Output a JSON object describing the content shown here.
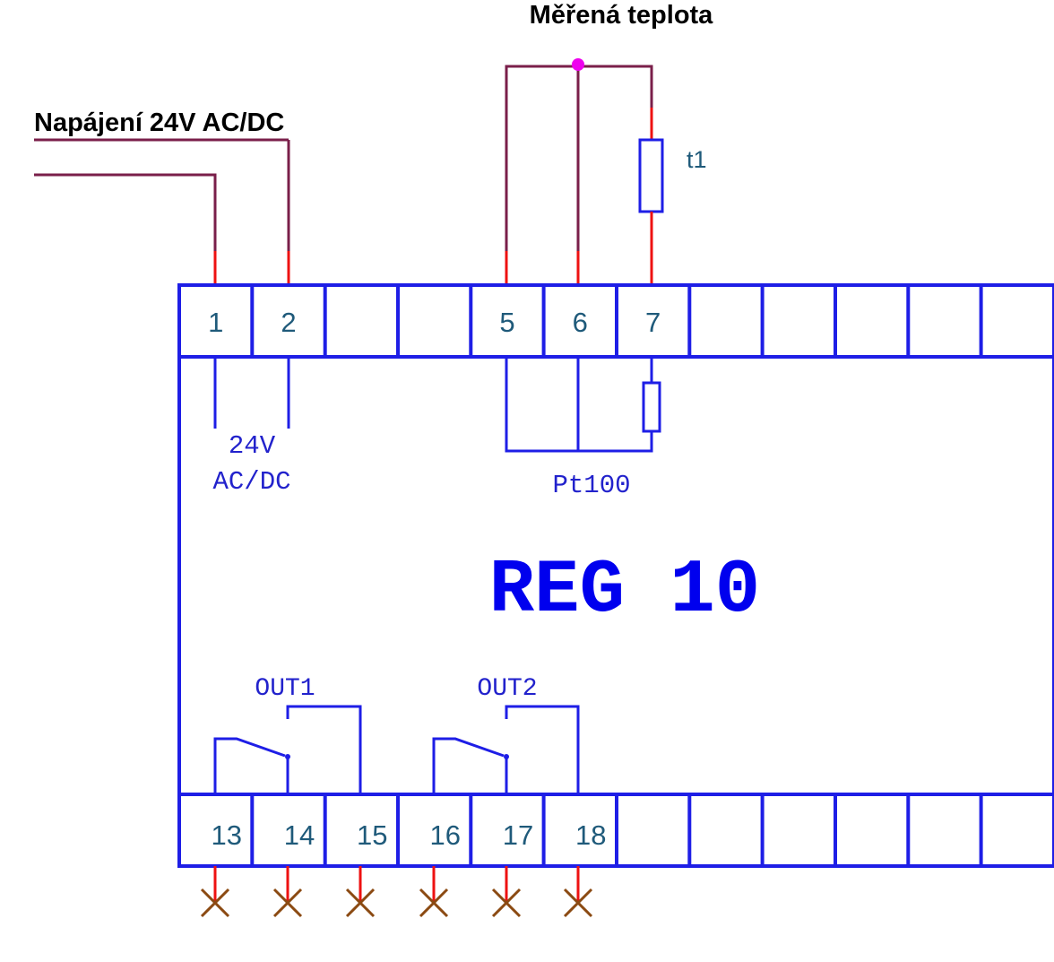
{
  "labels": {
    "measured_temperature": "Měřená teplota",
    "power_supply": "Napájení 24V AC/DC",
    "sensor_t1": "t1",
    "voltage_line1": "24V",
    "voltage_line2": "AC/DC",
    "sensor_type": "Pt100",
    "device_name": "REG 10",
    "output1": "OUT1",
    "output2": "OUT2"
  },
  "terminals": {
    "top": [
      "1",
      "2",
      "",
      "",
      "5",
      "6",
      "7",
      "",
      "",
      "",
      "",
      ""
    ],
    "bottom": [
      "13",
      "14",
      "15",
      "16",
      "17",
      "18",
      "",
      "",
      "",
      "",
      "",
      ""
    ]
  },
  "colors": {
    "frame": "#1e1ee6",
    "terminal_text": "#1f5a7a",
    "label_text": "#2222cc",
    "device_text": "#0000ee",
    "wire_outer": "#7a1f4a",
    "wire_stub": "#ee1111",
    "junction": "#ee00ee",
    "not_connected": "#8b4a12"
  }
}
